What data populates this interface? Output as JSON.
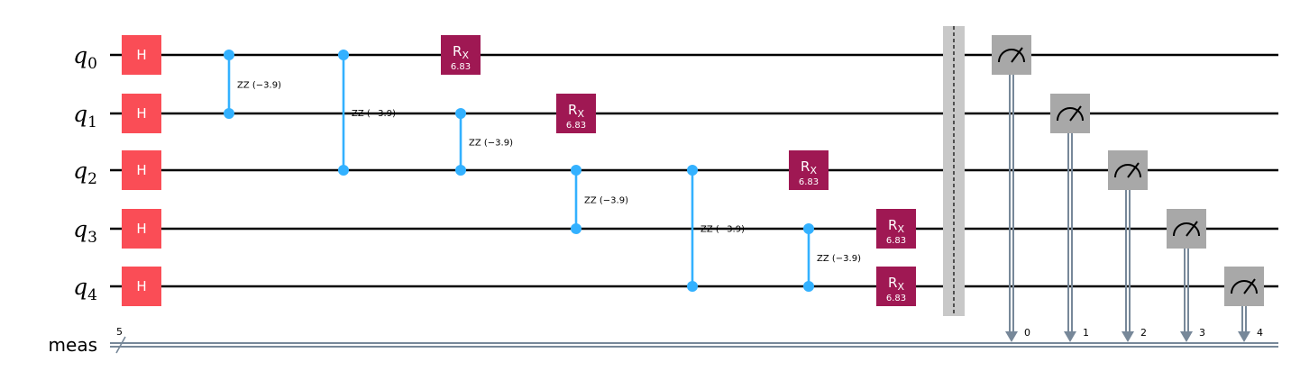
{
  "colors": {
    "h_gate": "#fa4d56",
    "rx_gate": "#9f1853",
    "zz_gate": "#33b1ff",
    "measure": "#a8a8a8",
    "classical": "#778899",
    "barrier": "#c8c8c8"
  },
  "qubits": [
    {
      "name": "q",
      "index": "0"
    },
    {
      "name": "q",
      "index": "1"
    },
    {
      "name": "q",
      "index": "2"
    },
    {
      "name": "q",
      "index": "3"
    },
    {
      "name": "q",
      "index": "4"
    }
  ],
  "classical_register": {
    "label": "meas",
    "width": "5"
  },
  "h_label": "H",
  "rx": {
    "main": "R",
    "sub": "X",
    "param": "6.83"
  },
  "zz_label": "ZZ (−3.9)",
  "h_gates": [
    {
      "qubit": 0
    },
    {
      "qubit": 1
    },
    {
      "qubit": 2
    },
    {
      "qubit": 3
    },
    {
      "qubit": 4
    }
  ],
  "zz_gates": [
    {
      "col": 1,
      "q1": 0,
      "q2": 1
    },
    {
      "col": 2,
      "q1": 0,
      "q2": 2
    },
    {
      "col": 3,
      "q1": 1,
      "q2": 2
    },
    {
      "col": 4,
      "q1": 2,
      "q2": 3
    },
    {
      "col": 5,
      "q1": 2,
      "q2": 4
    },
    {
      "col": 6,
      "q1": 3,
      "q2": 4
    }
  ],
  "rx_gates": [
    {
      "col": 3,
      "qubit": 0
    },
    {
      "col": 4,
      "qubit": 1
    },
    {
      "col": 6,
      "qubit": 2
    },
    {
      "col": 7,
      "qubit": 3
    },
    {
      "col": 7,
      "qubit": 4
    }
  ],
  "measurements": [
    {
      "qubit": 0,
      "bit": "0"
    },
    {
      "qubit": 1,
      "bit": "1"
    },
    {
      "qubit": 2,
      "bit": "2"
    },
    {
      "qubit": 3,
      "bit": "3"
    },
    {
      "qubit": 4,
      "bit": "4"
    }
  ],
  "measure_icon": "meter-icon"
}
